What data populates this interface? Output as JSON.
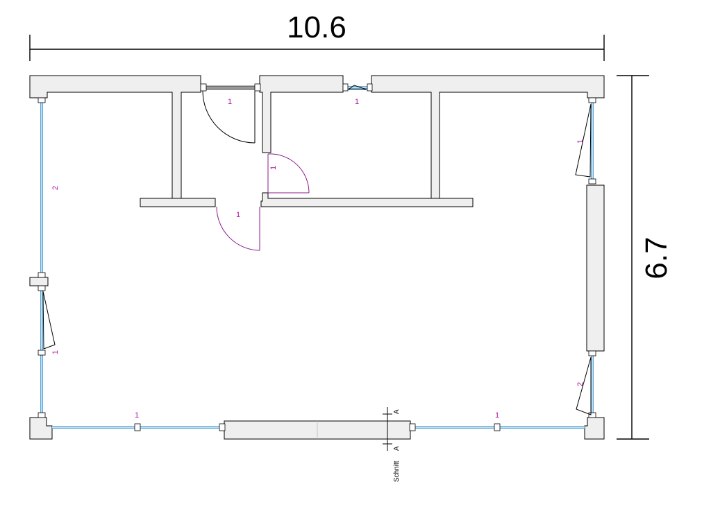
{
  "dimensions": {
    "width": "10.6",
    "height": "6.7"
  },
  "section": {
    "label": "Schnitt",
    "mark_top": "A",
    "mark_bottom": "A"
  },
  "tags": {
    "top_door": "1",
    "top_window": "1",
    "inner_door_right": "1",
    "inner_door_lower": "1",
    "left_window_upper": "2",
    "left_window_lower": "1",
    "right_window_upper": "1",
    "right_window_lower": "2",
    "bottom_window_left": "1",
    "bottom_window_right": "1"
  }
}
